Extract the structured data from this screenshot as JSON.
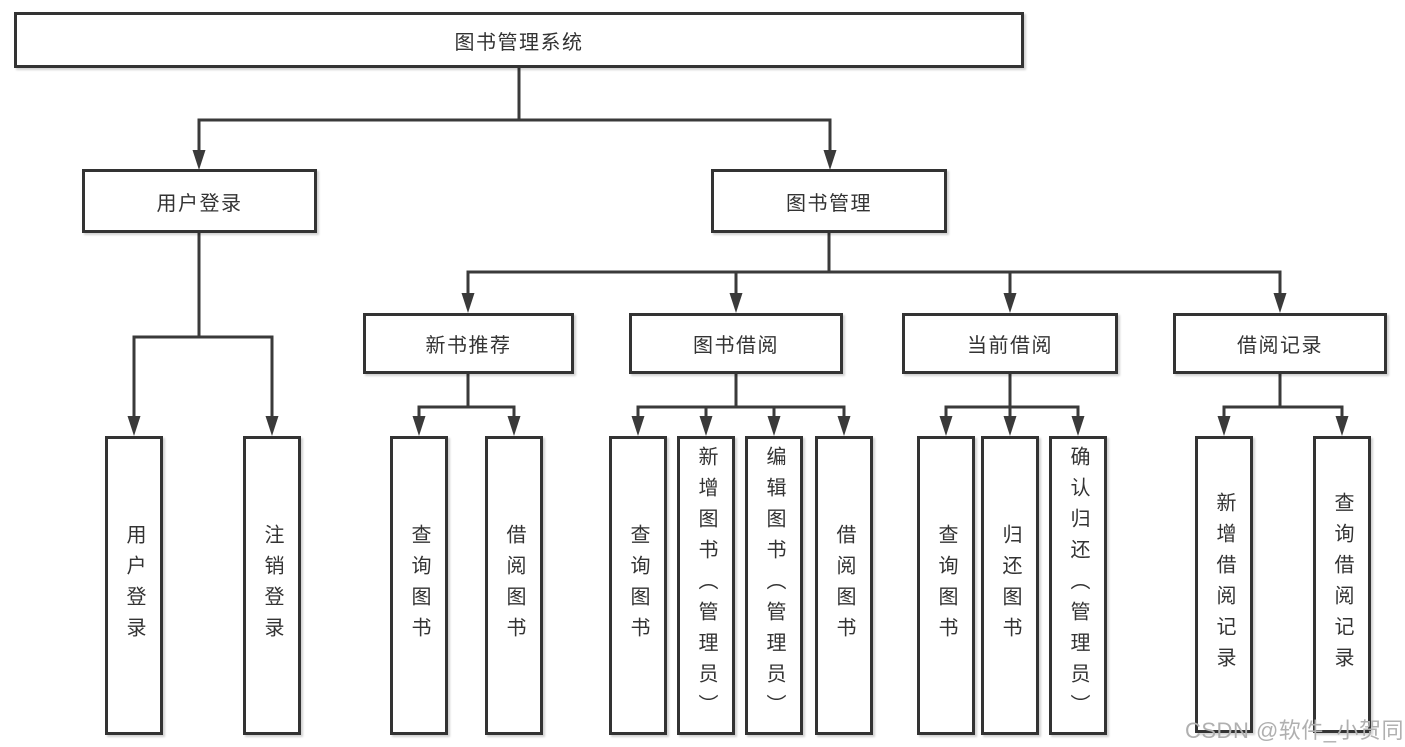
{
  "colors": {
    "line": "#3a3a3a",
    "box_border": "#333333",
    "text": "#333333",
    "watermark": "#b0b0b0",
    "background": "#ffffff"
  },
  "watermark": "CSDN @软件_小贺同学",
  "tree": {
    "root": "图书管理系统",
    "branches": [
      {
        "label": "用户登录",
        "children": [
          "用户登录",
          "注销登录"
        ]
      },
      {
        "label": "图书管理",
        "groups": [
          {
            "label": "新书推荐",
            "children": [
              "查询图书",
              "借阅图书"
            ]
          },
          {
            "label": "图书借阅",
            "children": [
              "查询图书",
              "新增图书（管理员）",
              "编辑图书（管理员）",
              "借阅图书"
            ]
          },
          {
            "label": "当前借阅",
            "children": [
              "查询图书",
              "归还图书",
              "确认归还（管理员）"
            ]
          },
          {
            "label": "借阅记录",
            "children": [
              "新增借阅记录",
              "查询借阅记录"
            ]
          }
        ]
      }
    ]
  }
}
